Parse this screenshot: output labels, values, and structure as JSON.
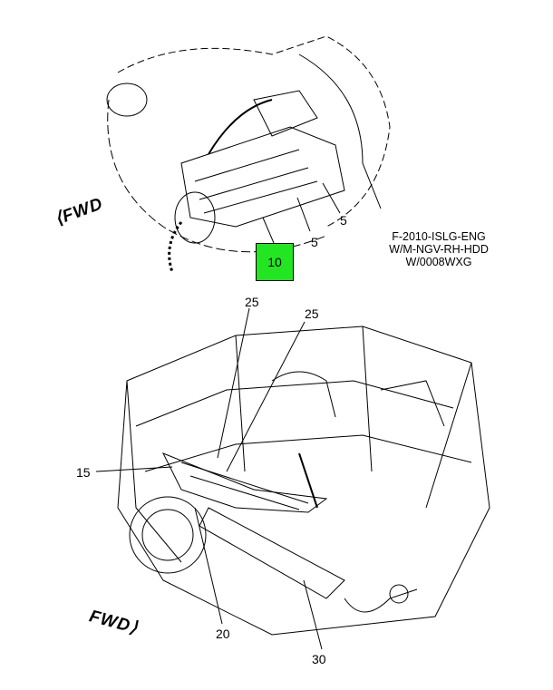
{
  "upper_view": {
    "direction_label": "FWD",
    "callouts": [
      "5",
      "5"
    ],
    "highlighted_callout": "10",
    "highlight_color": "#22e622",
    "note_lines": [
      "F-2010-ISLG-ENG",
      "W/M-NGV-RH-HDD",
      "W/0008WXG"
    ]
  },
  "lower_view": {
    "direction_label": "FWD",
    "callouts": [
      "25",
      "25",
      "15",
      "20",
      "30"
    ]
  }
}
